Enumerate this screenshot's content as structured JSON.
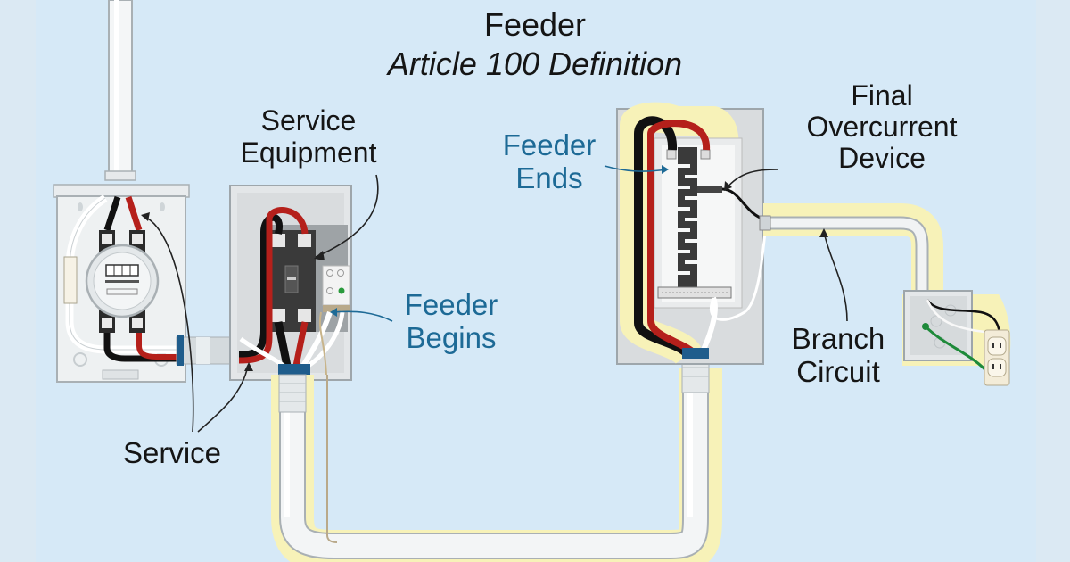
{
  "title": {
    "main": "Feeder",
    "subtitle": "Article 100 Definition"
  },
  "labels": {
    "service_equipment": [
      "Service",
      "Equipment"
    ],
    "feeder_begins": [
      "Feeder",
      "Begins"
    ],
    "feeder_ends": [
      "Feeder",
      "Ends"
    ],
    "final_overcurrent_device": [
      "Final",
      "Overcurrent",
      "Device"
    ],
    "branch_circuit": [
      "Branch",
      "Circuit"
    ],
    "service": "Service"
  },
  "colors": {
    "background": "#d6e9f7",
    "label_black": "#151515",
    "label_blue": "#1d6a96",
    "highlight": "#f7f2b8",
    "hot_red": "#b5201b",
    "hot_black": "#111111",
    "ground_green": "#1e8a3a",
    "connector_blue": "#1f5d8c"
  }
}
